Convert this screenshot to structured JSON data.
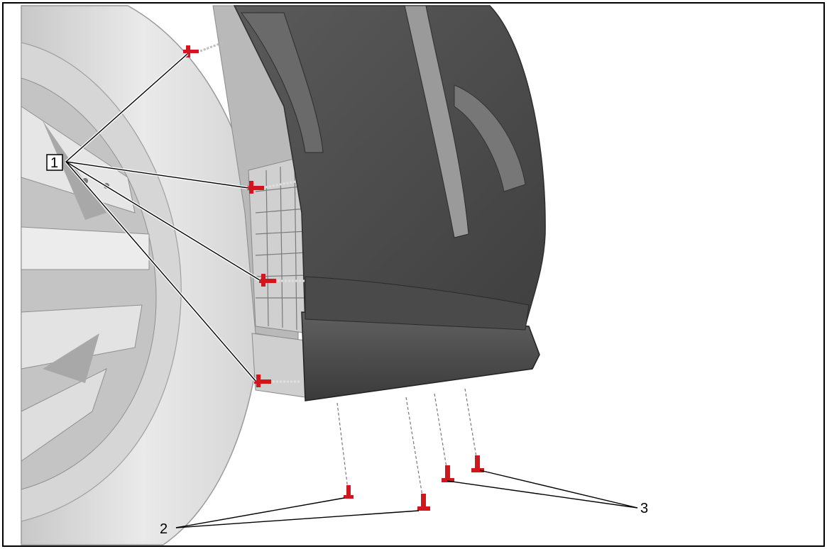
{
  "callouts": {
    "c1": "1",
    "c2": "2",
    "c3": "3"
  },
  "colors": {
    "fastener": "#d2161e",
    "panel": "#4f4f4f",
    "tire": "#dcdcdc",
    "wheel": "#cfcfcf",
    "leader": "#000000"
  },
  "icons": [
    "push-pin-retainer-icon"
  ]
}
